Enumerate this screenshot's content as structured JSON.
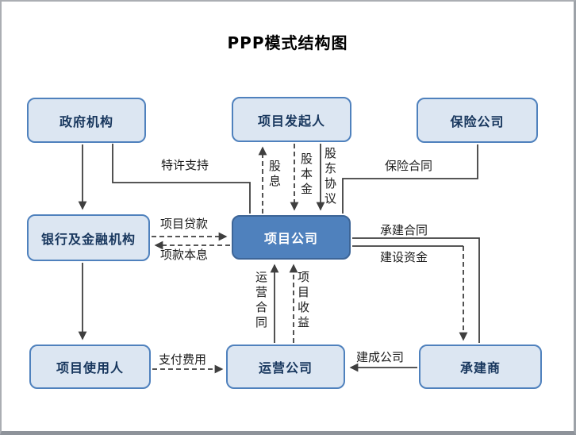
{
  "page": {
    "title": "PPP模式结构图"
  },
  "colors": {
    "node_fill": "#dce6f2",
    "node_border": "#4f81bd",
    "node_text": "#17365d",
    "center_node_fill": "#4f81bd",
    "center_node_text": "#ffffff",
    "connector": "#3f3f3f",
    "frame_border": "#9da2a8"
  },
  "nodes": [
    {
      "id": "government",
      "label": "政府机构"
    },
    {
      "id": "sponsor",
      "label": "项目发起人"
    },
    {
      "id": "insurance",
      "label": "保险公司"
    },
    {
      "id": "bank",
      "label": "银行及金融机构"
    },
    {
      "id": "project_company",
      "label": "项目公司"
    },
    {
      "id": "user",
      "label": "项目使用人"
    },
    {
      "id": "operator",
      "label": "运营公司"
    },
    {
      "id": "contractor",
      "label": "承建商"
    }
  ],
  "edges": [
    {
      "id": "franchise_support",
      "label": "特许支持",
      "from": "政府机构",
      "to": "项目公司",
      "style": "solid"
    },
    {
      "id": "dividend",
      "label": "股息",
      "from": "项目公司",
      "to": "项目发起人",
      "style": "dashed"
    },
    {
      "id": "equity_capital",
      "label": "股本金",
      "from": "项目发起人",
      "to": "项目公司",
      "style": "dashed"
    },
    {
      "id": "shareholder_agreement",
      "label": "股东协议",
      "from": "项目发起人",
      "to": "项目公司",
      "style": "solid"
    },
    {
      "id": "insurance_contract",
      "label": "保险合同",
      "from": "保险公司",
      "to": "项目公司",
      "style": "solid"
    },
    {
      "id": "project_loan",
      "label": "项目贷款",
      "from": "银行及金融机构",
      "to": "项目公司",
      "style": "dashed"
    },
    {
      "id": "loan_principal_interest",
      "label": "项款本息",
      "from": "项目公司",
      "to": "银行及金融机构",
      "style": "dashed"
    },
    {
      "id": "construction_contract",
      "label": "承建合同",
      "from": "项目公司",
      "to": "承建商",
      "style": "solid"
    },
    {
      "id": "construction_funds",
      "label": "建设资金",
      "from": "项目公司",
      "to": "承建商",
      "style": "solid-then-dashed"
    },
    {
      "id": "operation_contract",
      "label": "运营合同",
      "from": "运营公司",
      "to": "项目公司",
      "style": "solid"
    },
    {
      "id": "project_revenue",
      "label": "项目收益",
      "from": "运营公司",
      "to": "项目公司",
      "style": "dashed"
    },
    {
      "id": "pay_fees",
      "label": "支付费用",
      "from": "项目使用人",
      "to": "运营公司",
      "style": "dashed"
    },
    {
      "id": "completed_project",
      "label": "建成公司",
      "from": "承建商",
      "to": "运营公司",
      "style": "solid"
    },
    {
      "id": "gov_to_bank",
      "label": "",
      "from": "政府机构",
      "to": "银行及金融机构",
      "style": "solid"
    },
    {
      "id": "bank_to_user",
      "label": "",
      "from": "银行及金融机构",
      "to": "项目使用人",
      "style": "solid"
    }
  ]
}
